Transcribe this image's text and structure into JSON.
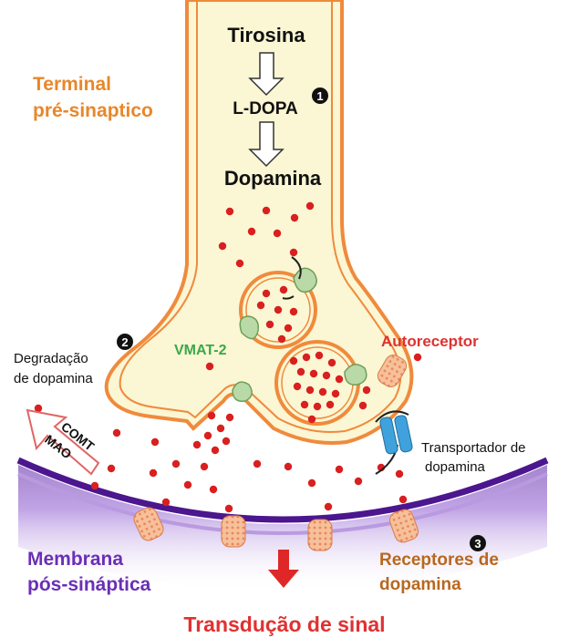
{
  "labels": {
    "tirosina": "Tirosina",
    "ldopa": "L-DOPA",
    "dopamina": "Dopamina",
    "terminal_line1": "Terminal",
    "terminal_line2": "pré-sinaptico",
    "vmat2": "VMAT-2",
    "autoreceptor": "Autoreceptor",
    "degradacao_line1": "Degradação",
    "degradacao_line2": "de dopamina",
    "comt": "COMT",
    "mao": "MAO",
    "transportador_line1": "Transportador de",
    "transportador_line2": "dopamina",
    "membrana_line1": "Membrana",
    "membrana_line2": "pós-sináptica",
    "receptores_line1": "Receptores de",
    "receptores_line2": "dopamina",
    "transducao": "Transdução de sinal"
  },
  "markers": {
    "one": "1",
    "two": "2",
    "three": "3"
  },
  "colors": {
    "terminal_fill": "#fbf6d3",
    "terminal_stroke": "#f08a3c",
    "dopamine_dot": "#d92020",
    "membrane_purple": "#7b3fc4",
    "membrane_light": "#c9b4ea",
    "vmat_green": "#b9d9a6",
    "transporter_blue": "#3fa2dc",
    "receptor_orange": "#f6c09a",
    "arrow_red": "#e02727"
  }
}
